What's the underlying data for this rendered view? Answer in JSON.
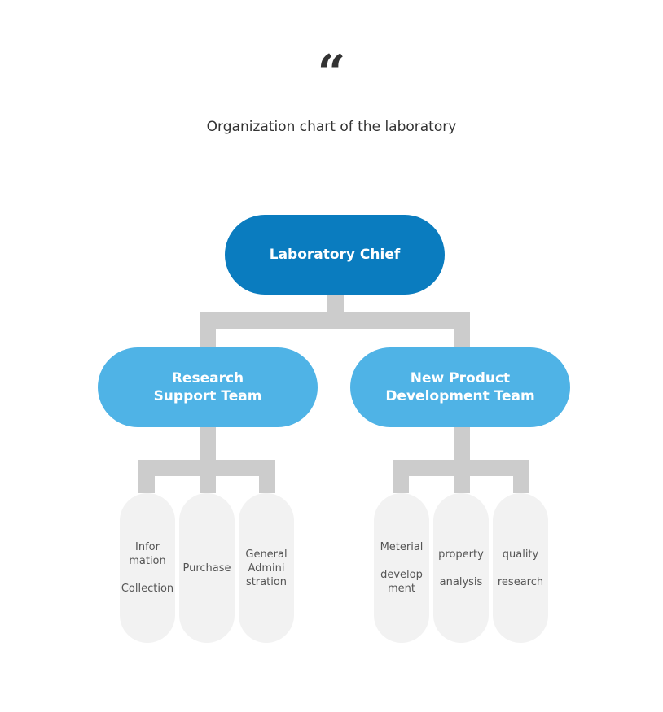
{
  "header": {
    "quote_mark": "“",
    "caption": "Organization chart of the laboratory"
  },
  "chart": {
    "root": {
      "label": "Laboratory Chief"
    },
    "teams": [
      {
        "label": "Research\nSupport Team",
        "children": [
          {
            "label": "Infor\nmation\n\nCollection"
          },
          {
            "label": "Purchase"
          },
          {
            "label": "General\nAdmini\nstration"
          }
        ]
      },
      {
        "label": "New Product\nDevelopment Team",
        "children": [
          {
            "label": "Meterial\n\ndevelop\nment"
          },
          {
            "label": "property\n\nanalysis"
          },
          {
            "label": "quality\n\nresearch"
          }
        ]
      }
    ]
  },
  "colors": {
    "root": "#0a7cbf",
    "team": "#4fb3e6",
    "leaf": "#f2f2f2",
    "connector": "#cccccc"
  }
}
